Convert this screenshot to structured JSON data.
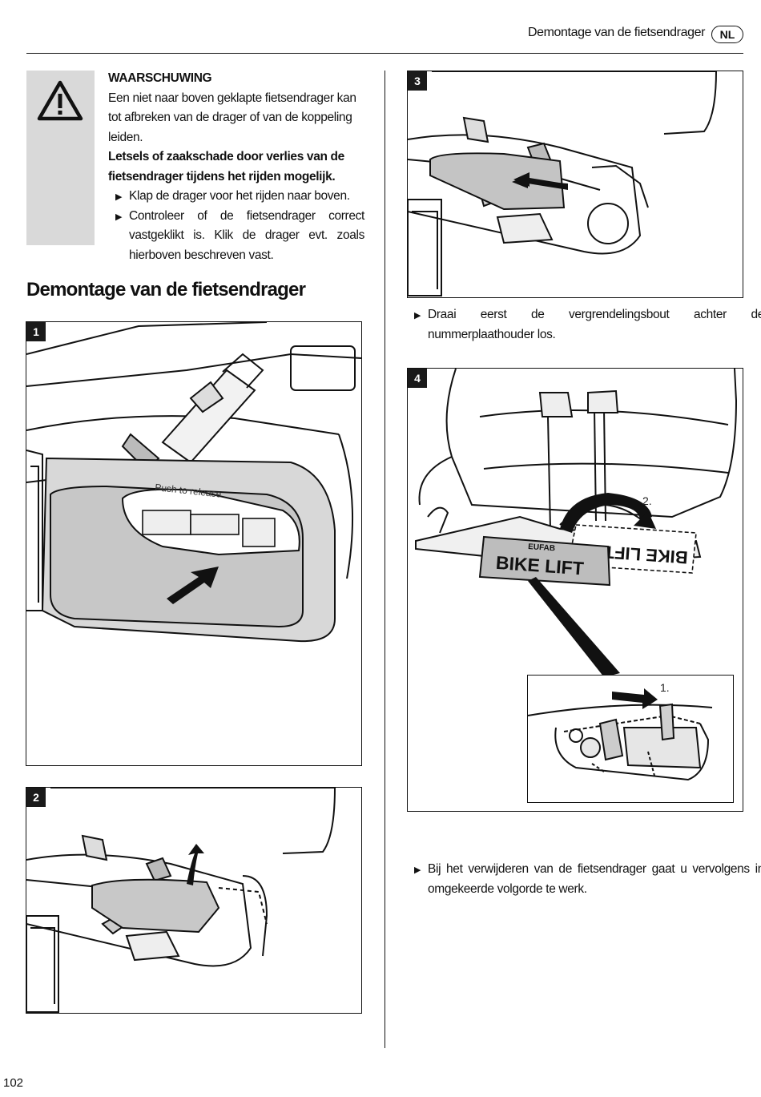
{
  "header": {
    "title": "Demontage van de fietsendrager",
    "lang": "NL"
  },
  "warning": {
    "title": "WAARSCHUWING",
    "text": "Een niet naar boven geklapte fietsendrager kan tot afbreken van de drager of van de koppeling leiden.",
    "bold_text": "Letsels of zaakschade door verlies van de fietsendrager tijdens het rijden mogelijk.",
    "bullets": [
      "Klap de drager voor het rijden naar boven.",
      "Controleer of de fietsendrager correct vastgeklikt is. Klik de drager evt. zoals hierboven beschreven vast."
    ]
  },
  "section_title": "Demontage van de fietsendrager",
  "figures": {
    "fig1": {
      "num": "1",
      "label": "Push to release"
    },
    "fig2": {
      "num": "2"
    },
    "fig3": {
      "num": "3"
    },
    "fig4": {
      "num": "4",
      "step1": "1.",
      "step2": "2.",
      "plate_text": "BIKE LIFT",
      "brand": "EUFAB"
    }
  },
  "instructions": [
    "Draai eerst de vergrendelingsbout achter de nummerplaathouder los.",
    "Bij het verwijderen van de fietsendrager gaat u vervolgens in omgekeerde volgorde te werk."
  ],
  "page_number": "102",
  "icons": {
    "warning": "warning-triangle-icon",
    "bullet": "bullet-arrow-icon"
  }
}
